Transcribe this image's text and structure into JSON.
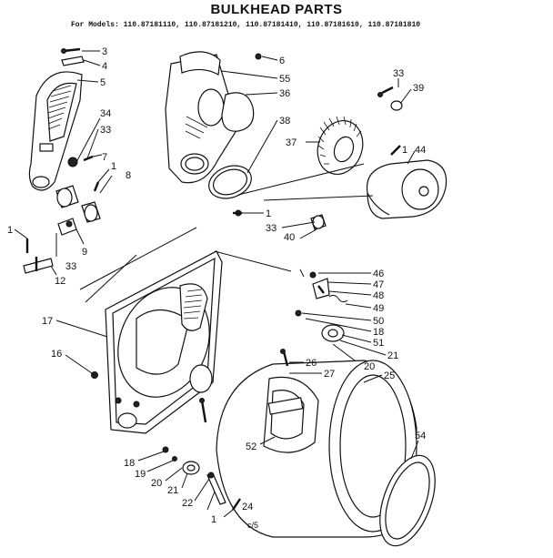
{
  "header": {
    "title": "BULKHEAD PARTS",
    "models": "For Models: 110.87181110, 110.87181210, 110.87181410, 110.87181610, 110.87181810"
  },
  "callouts": {
    "c3": "3",
    "c4": "4",
    "c5": "5",
    "c6": "6",
    "c55": "55",
    "c36": "36",
    "c38": "38",
    "c37": "37",
    "c33a": "33",
    "c39": "39",
    "c44": "44",
    "c34": "34",
    "c33b": "33",
    "c7": "7",
    "c1a": "1",
    "c8": "8",
    "c1b": "1",
    "c9": "9",
    "c33c": "33",
    "c12": "12",
    "c1c": "1",
    "c33d": "33",
    "c40": "40",
    "c1d": "1",
    "c46": "46",
    "c47": "47",
    "c48": "48",
    "c49": "49",
    "c50": "50",
    "c18a": "18",
    "c51": "51",
    "c21a": "21",
    "c20a": "20",
    "c17": "17",
    "c16": "16",
    "c26": "26",
    "c27": "27",
    "c25": "25",
    "c52": "52",
    "c54": "54",
    "c18b": "18",
    "c19": "19",
    "c20b": "20",
    "c21b": "21",
    "c22": "22",
    "c24": "24",
    "c1e": "1"
  },
  "footer": {
    "page_code": "c/5"
  }
}
